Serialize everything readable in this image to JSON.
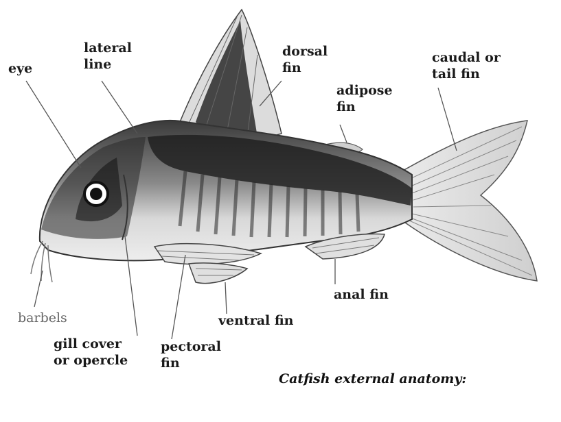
{
  "labels": {
    "eye": "eye",
    "lateral_line": "lateral\nline",
    "dorsal_fin": "dorsal\nfin",
    "adipose_fin": "adipose\nfin",
    "caudal_fin": "caudal or\ntail fin",
    "barbels": "barbels",
    "gill_cover": "gill cover\nor opercle",
    "pectoral_fin": "pectoral\nfin",
    "ventral_fin": "ventral fin",
    "anal_fin": "anal fin"
  },
  "caption": "Catfish external anatomy:",
  "colors": {
    "ink": "#1a1a1a",
    "body_light": "#d9d9d9",
    "body_dark": "#2b2b2b",
    "leader": "#555555"
  }
}
